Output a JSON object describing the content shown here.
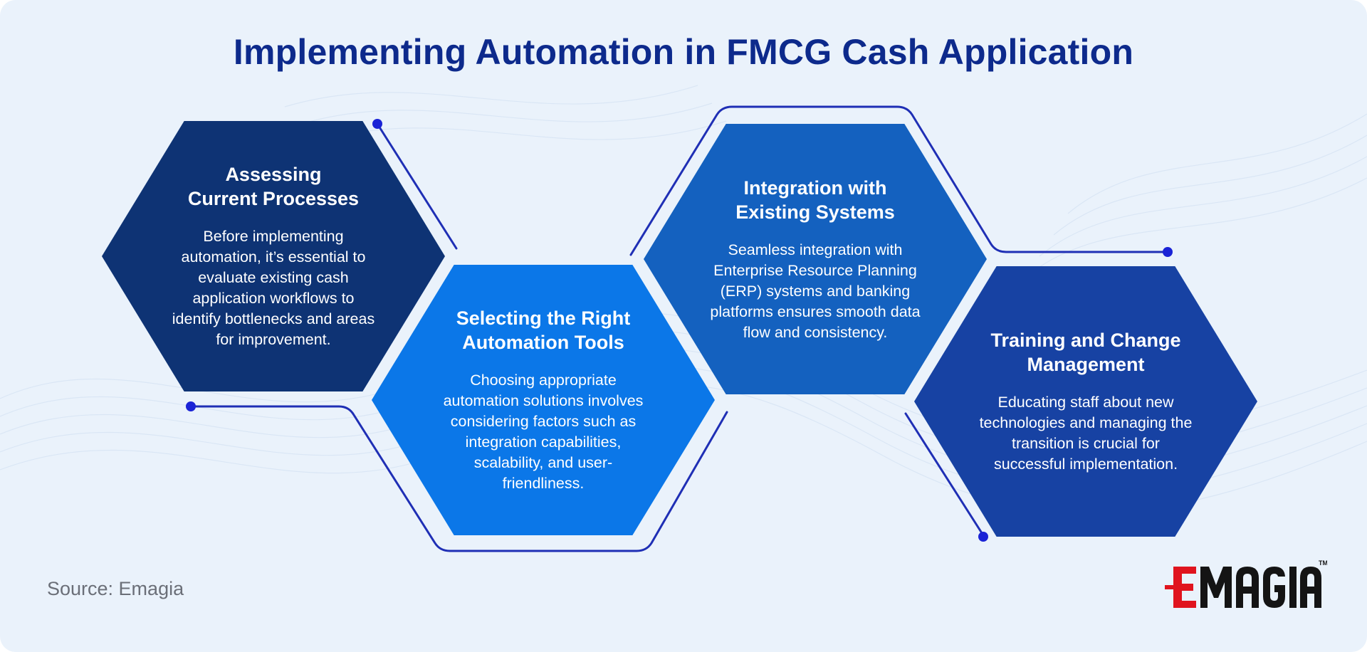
{
  "title": "Implementing Automation in FMCG Cash Application",
  "steps": [
    {
      "title": "Assessing\nCurrent Processes",
      "body": "Before implementing automation, it’s essential to evaluate existing cash application workflows to identify bottlenecks and areas for improvement.",
      "color": "#0e3374"
    },
    {
      "title": "Selecting the Right\nAutomation Tools",
      "body": "Choosing appropriate automation solutions involves considering factors such as integration capabilities, scalability, and user-friendliness.",
      "color": "#0b77e8"
    },
    {
      "title": "Integration with\nExisting Systems",
      "body": "Seamless integration with Enterprise Resource Planning (ERP) systems and banking platforms ensures smooth data flow and consistency.",
      "color": "#1461bf"
    },
    {
      "title": "Training and Change\nManagement",
      "body": "Educating staff about new technologies and managing the transition is crucial for successful implementation.",
      "color": "#1742a3"
    }
  ],
  "source": "Source: Emagia",
  "logo": {
    "text": "EMAGIA",
    "trademark": "TM",
    "colors": {
      "accent": "#e0141e",
      "dark": "#141414"
    }
  },
  "colors": {
    "background": "#eaf2fb",
    "title": "#0d2a8c",
    "connector": "#1f2fb5",
    "dot": "#1a23d6"
  }
}
